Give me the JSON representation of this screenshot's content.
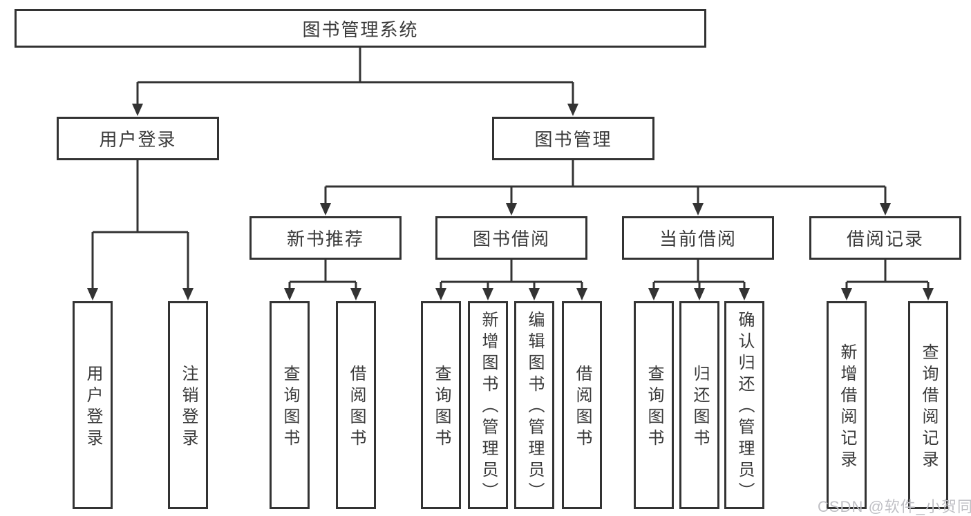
{
  "diagram": {
    "root": {
      "label": "图书管理系统"
    },
    "branches": [
      {
        "label": "用户登录",
        "children": [
          "用户登录",
          "注销登录"
        ]
      },
      {
        "label": "图书管理",
        "groups": [
          {
            "label": "新书推荐",
            "children": [
              "查询图书",
              "借阅图书"
            ]
          },
          {
            "label": "图书借阅",
            "children": [
              "查询图书",
              "新增图书（管理员）",
              "编辑图书（管理员）",
              "借阅图书"
            ]
          },
          {
            "label": "当前借阅",
            "children": [
              "查询图书",
              "归还图书",
              "确认归还（管理员）"
            ]
          },
          {
            "label": "借阅记录",
            "children": [
              "新增借阅记录",
              "查询借阅记录"
            ]
          }
        ]
      }
    ],
    "watermark": "CSDN @软件_小贺同学",
    "colors": {
      "line": "#333333",
      "text": "#3a3a3a",
      "background": "#ffffff",
      "watermark": "#bfbfc4"
    }
  }
}
